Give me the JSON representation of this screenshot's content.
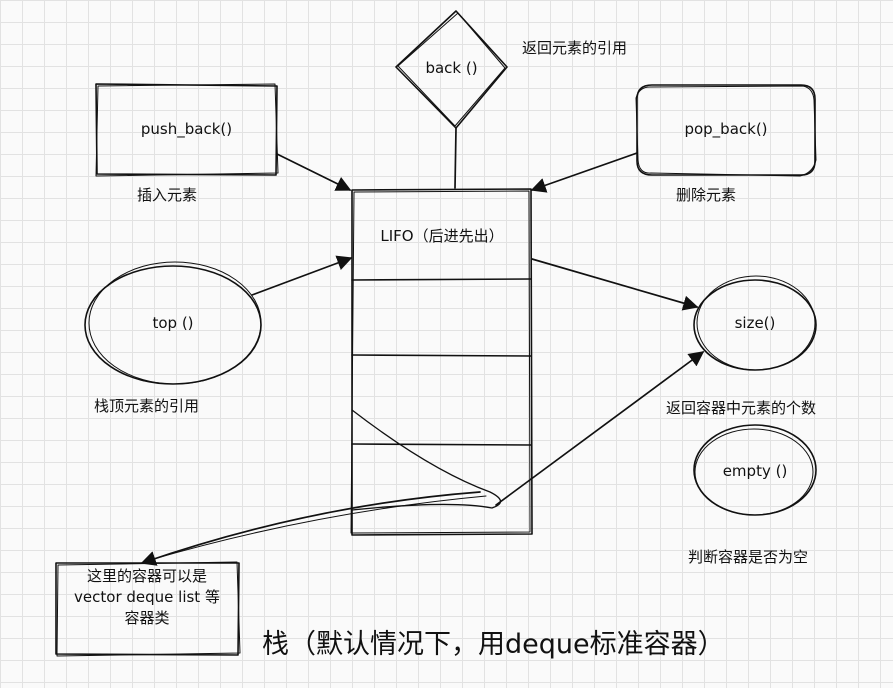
{
  "nodes": {
    "push_back": {
      "text": "push_back()",
      "caption": "插入元素"
    },
    "back": {
      "text": "back ()",
      "caption": "返回元素的引用"
    },
    "pop_back": {
      "text": "pop_back()",
      "caption": "删除元素"
    },
    "stack": {
      "header": "LIFO（后进先出）"
    },
    "top": {
      "text": "top ()",
      "caption": "栈顶元素的引用"
    },
    "size": {
      "text": "size()",
      "caption": "返回容器中元素的个数"
    },
    "empty": {
      "text": "empty ()",
      "caption": "判断容器是否为空"
    },
    "container_note": {
      "line1": "这里的容器可以是",
      "line2": "vector deque list 等",
      "line3": "容器类"
    }
  },
  "title": "栈（默认情况下，用deque标准容器）"
}
